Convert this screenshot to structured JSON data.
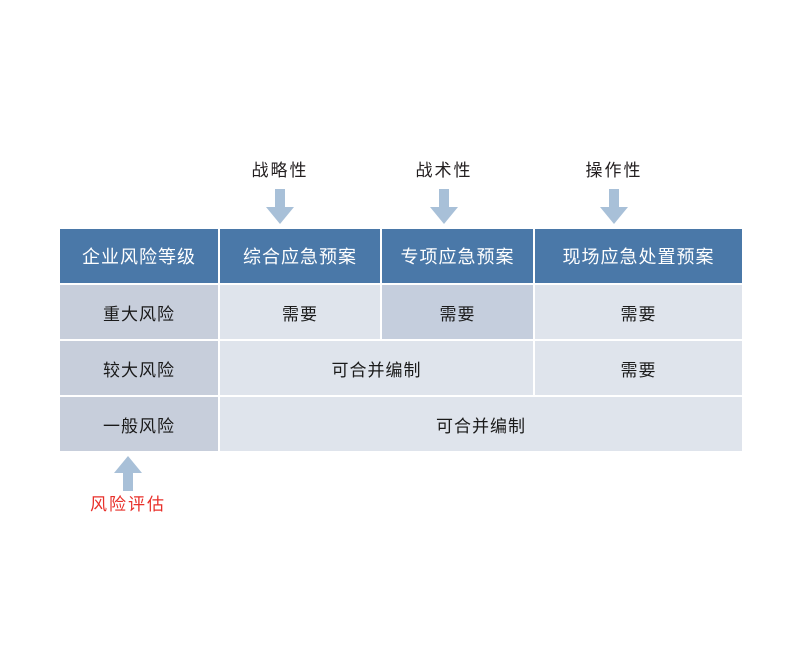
{
  "top_annotations": [
    {
      "label": "战略性",
      "icon": "arrow-down-icon"
    },
    {
      "label": "战术性",
      "icon": "arrow-down-icon"
    },
    {
      "label": "操作性",
      "icon": "arrow-down-icon"
    }
  ],
  "bottom_annotation": {
    "label": "风险评估",
    "icon": "arrow-up-icon",
    "color": "#e8302a"
  },
  "table": {
    "headers": [
      "企业风险等级",
      "综合应急预案",
      "专项应急预案",
      "现场应急处置预案"
    ],
    "rows": [
      {
        "level": "重大风险",
        "cells": [
          {
            "text": "需要",
            "highlight": false
          },
          {
            "text": "需要",
            "highlight": true
          },
          {
            "text": "需要",
            "highlight": false
          }
        ]
      },
      {
        "level": "较大风险",
        "cells": [
          {
            "text": "可合并编制",
            "highlight": false
          },
          {
            "text": "需要",
            "highlight": false
          }
        ]
      },
      {
        "level": "一般风险",
        "cells": [
          {
            "text": "可合并编制",
            "highlight": false
          }
        ]
      }
    ]
  },
  "colors": {
    "header_bg": "#4a78a8",
    "header_text": "#ffffff",
    "level_cell_bg": "#c7cedb",
    "data_cell_bg": "#dfe4ec",
    "highlight_cell_bg": "#c5cedd",
    "arrow": "#a8c0d8",
    "accent_red": "#e8302a",
    "page_bg": "#ffffff"
  }
}
